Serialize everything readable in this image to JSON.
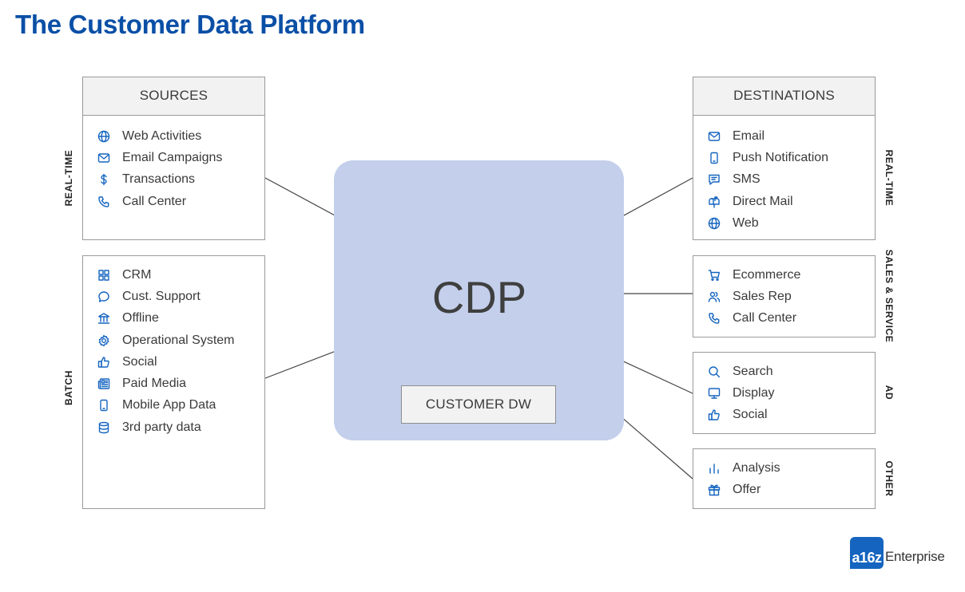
{
  "title": "The Customer Data Platform",
  "center": {
    "label": "CDP",
    "warehouse": "CUSTOMER DW"
  },
  "sources": {
    "heading": "SOURCES",
    "realtime_label": "REAL-TIME",
    "batch_label": "BATCH",
    "realtime": [
      {
        "label": "Web Activities",
        "icon": "globe-icon"
      },
      {
        "label": "Email Campaigns",
        "icon": "envelope-icon"
      },
      {
        "label": "Transactions",
        "icon": "dollar-icon"
      },
      {
        "label": "Call Center",
        "icon": "phone-icon"
      }
    ],
    "batch": [
      {
        "label": "CRM",
        "icon": "grid-icon"
      },
      {
        "label": "Cust. Support",
        "icon": "chat-bubble-icon"
      },
      {
        "label": "Offline",
        "icon": "bank-icon"
      },
      {
        "label": "Operational System",
        "icon": "gear-icon"
      },
      {
        "label": "Social",
        "icon": "thumbs-up-icon"
      },
      {
        "label": "Paid Media",
        "icon": "newspaper-icon"
      },
      {
        "label": "Mobile App Data",
        "icon": "mobile-icon"
      },
      {
        "label": "3rd party data",
        "icon": "database-icon"
      }
    ]
  },
  "destinations": {
    "heading": "DESTINATIONS",
    "realtime_label": "REAL-TIME",
    "sales_label": "SALES & SERVICE",
    "ad_label": "AD",
    "other_label": "OTHER",
    "realtime": [
      {
        "label": "Email",
        "icon": "envelope-icon"
      },
      {
        "label": "Push Notification",
        "icon": "mobile-icon"
      },
      {
        "label": "SMS",
        "icon": "message-icon"
      },
      {
        "label": "Direct Mail",
        "icon": "mailbox-icon"
      },
      {
        "label": "Web",
        "icon": "globe-icon"
      }
    ],
    "sales": [
      {
        "label": "Ecommerce",
        "icon": "cart-icon"
      },
      {
        "label": "Sales Rep",
        "icon": "users-icon"
      },
      {
        "label": "Call Center",
        "icon": "phone-icon"
      }
    ],
    "ad": [
      {
        "label": "Search",
        "icon": "search-icon"
      },
      {
        "label": "Display",
        "icon": "monitor-icon"
      },
      {
        "label": "Social",
        "icon": "thumbs-up-icon"
      }
    ],
    "other": [
      {
        "label": "Analysis",
        "icon": "bar-chart-icon"
      },
      {
        "label": "Offer",
        "icon": "gift-icon"
      }
    ]
  },
  "logo": {
    "mark": "a16z",
    "text": "Enterprise"
  },
  "colors": {
    "title": "#0a4fa6",
    "icon": "#1565c0",
    "cdp_bg": "#c3cfeb",
    "box_head": "#f2f2f2"
  }
}
